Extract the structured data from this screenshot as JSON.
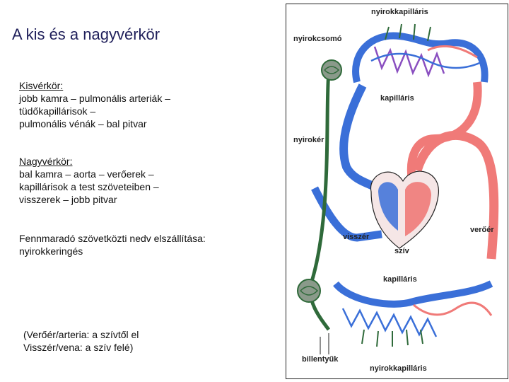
{
  "title": "A kis és a nagyvérkör",
  "small_circulation": {
    "heading": "Kisvérkör:",
    "lines": [
      "jobb kamra – pulmonális arteriák –",
      "tüdőkapillárisok  –",
      "pulmonális vénák – bal pitvar"
    ]
  },
  "large_circulation": {
    "heading": "Nagyvérkör:",
    "lines": [
      "bal kamra – aorta – verőerek –",
      "kapillárisok a test szöveteiben –",
      "visszerek – jobb pitvar"
    ]
  },
  "lymph": {
    "lines": [
      "Fennmaradó szövetközti nedv elszállítása:",
      "nyirokkeringés"
    ]
  },
  "note": {
    "lines": [
      "(Verőér/arteria: a szívtől el",
      "Visszér/vena: a szív felé)"
    ]
  },
  "figure": {
    "labels": {
      "top_lymph_capillaries": "nyirokkapilláris",
      "lymph_node": "nyirokcsomó",
      "upper_capillaries": "kapilláris",
      "lymph_vessel": "nyirokér",
      "vein": "visszér",
      "artery": "verőér",
      "heart": "szív",
      "lower_capillaries": "kapilláris",
      "valves": "billentyűk",
      "bottom_lymph_capillaries": "nyirokkapilláris"
    },
    "colors": {
      "venous": "#3a6fd8",
      "arterial": "#f07a78",
      "lymph": "#2f6a3a",
      "mixed": "#8a4fc0",
      "node": "#8a9a8a"
    }
  }
}
